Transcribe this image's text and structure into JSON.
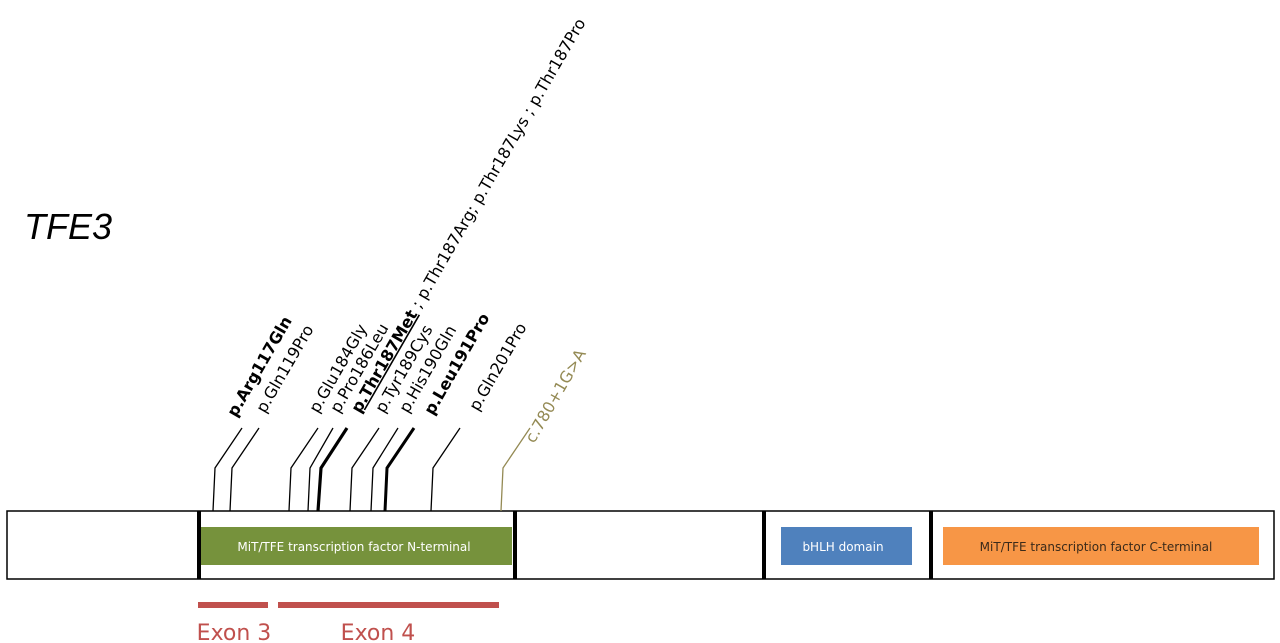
{
  "gene": {
    "name": "TFE3"
  },
  "protein": {
    "domains": [
      {
        "label": "MiT/TFE  transcription factor N-terminal",
        "color": "#76923c"
      },
      {
        "label": "bHLH domain",
        "color": "#4f81bd"
      },
      {
        "label": "MiT/TFE  transcription factor C-terminal",
        "color": "#f79646"
      }
    ]
  },
  "exons": [
    {
      "label": "Exon 3",
      "color": "#c0504d"
    },
    {
      "label": "Exon 4",
      "color": "#c0504d"
    }
  ],
  "mutations": [
    {
      "label": "p.Arg117Gln",
      "bold": true,
      "underline": false,
      "color": "#000000"
    },
    {
      "label": "p.Gln119Pro",
      "bold": false,
      "underline": false,
      "color": "#000000"
    },
    {
      "label": "p.Glu184Gly",
      "bold": false,
      "underline": false,
      "color": "#000000"
    },
    {
      "label": "p.Pro186Leu",
      "bold": false,
      "underline": false,
      "color": "#000000"
    },
    {
      "label": "p.Thr187Met",
      "bold": true,
      "underline": true,
      "color": "#000000",
      "suffix": " ; p.Thr187Arg; p.Thr187Lys ; p.Thr187Pro"
    },
    {
      "label": "p.Tyr189Cys",
      "bold": false,
      "underline": false,
      "color": "#000000"
    },
    {
      "label": "p.His190Gln",
      "bold": false,
      "underline": false,
      "color": "#000000"
    },
    {
      "label": "p.Leu191Pro",
      "bold": true,
      "underline": false,
      "color": "#000000"
    },
    {
      "label": "p.Gln201Pro",
      "bold": false,
      "underline": false,
      "color": "#000000"
    },
    {
      "label": "c.780+1G>A",
      "bold": false,
      "underline": false,
      "color": "#948a54"
    }
  ]
}
